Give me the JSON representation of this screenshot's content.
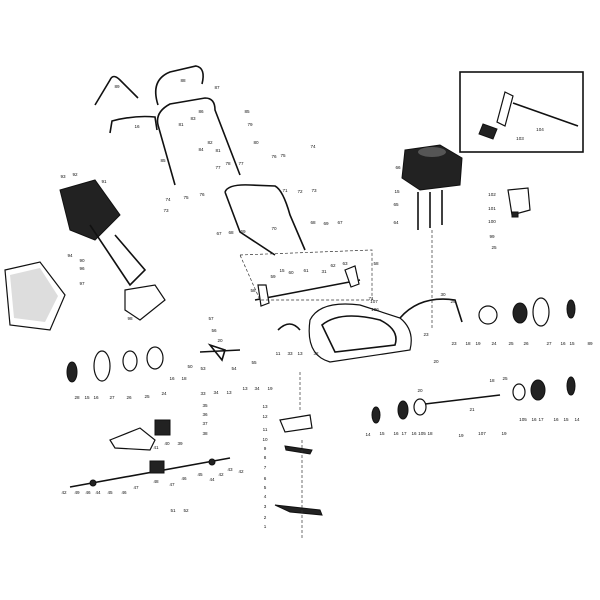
{
  "diagram": {
    "callouts": [
      "89",
      "88",
      "87",
      "16",
      "85",
      "79",
      "86",
      "83",
      "81",
      "80",
      "82",
      "84",
      "81",
      "85",
      "77",
      "78",
      "77",
      "76",
      "75",
      "74",
      "73",
      "74",
      "75",
      "76",
      "73",
      "71",
      "72",
      "93",
      "92",
      "91",
      "94",
      "90",
      "96",
      "97",
      "98",
      "67",
      "68",
      "69",
      "70",
      "68",
      "69",
      "67",
      "59",
      "58",
      "15",
      "60",
      "61",
      "31",
      "62",
      "63",
      "58",
      "71",
      "107",
      "106",
      "103",
      "104",
      "66",
      "15",
      "65",
      "64",
      "102",
      "101",
      "100",
      "99",
      "25",
      "30",
      "29",
      "23",
      "23",
      "18",
      "19",
      "24",
      "25",
      "26",
      "27",
      "16",
      "15",
      "89",
      "28",
      "15",
      "16",
      "27",
      "26",
      "25",
      "24",
      "16",
      "18",
      "57",
      "56",
      "20",
      "50",
      "53",
      "54",
      "55",
      "33",
      "34",
      "13",
      "13",
      "34",
      "19",
      "35",
      "36",
      "37",
      "38",
      "39",
      "40",
      "41",
      "42",
      "49",
      "46",
      "44",
      "45",
      "46",
      "47",
      "48",
      "47",
      "46",
      "45",
      "44",
      "42",
      "43",
      "42",
      "51",
      "52",
      "11",
      "33",
      "13",
      "32",
      "13",
      "12",
      "11",
      "10",
      "9",
      "8",
      "7",
      "6",
      "5",
      "4",
      "3",
      "2",
      "1",
      "20",
      "20",
      "18",
      "25",
      "14",
      "15",
      "16",
      "17",
      "16",
      "105",
      "18",
      "21",
      "19",
      "107",
      "19",
      "105",
      "16",
      "17",
      "16",
      "15",
      "14"
    ]
  }
}
